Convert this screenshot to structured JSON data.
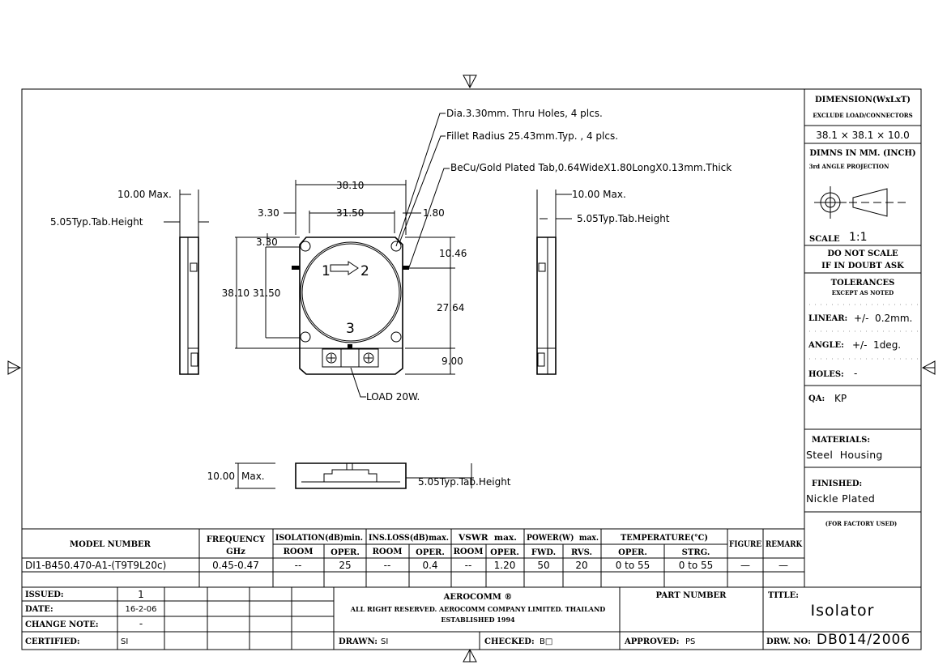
{
  "notes": {
    "holes": "Dia.3.30mm. Thru Holes, 4 plcs.",
    "fillet": "Fillet Radius 25.43mm.Typ. , 4 plcs.",
    "tab": "BeCu/Gold Plated Tab,0.64WideX1.80LongX0.13mm.Thick",
    "load": "LOAD 20W."
  },
  "dims": {
    "width_outer": "38.10",
    "width_inner": "31.50",
    "edge": "3.30",
    "edge_v": "3.30",
    "tab_offset": "1.80",
    "height_outer": "38.10",
    "height_inner": "31.50",
    "tab_top": "10.46",
    "tab_span": "27.64",
    "load_height": "9.00",
    "max_height": "10.00 Max.",
    "tab_height": "5.05Typ.Tab.Height",
    "bottom_max": "10.00",
    "bottom_max_label": "Max.",
    "port1": "1",
    "port2": "2",
    "port3": "3"
  },
  "side_panel": {
    "dimension_title": "DIMENSION(WxLxT)",
    "exclude": "EXCLUDE LOAD/CONNECTORS",
    "dimension_value": "38.1 × 38.1 × 10.0",
    "units": "DIMNS IN MM. (INCH)",
    "projection": "3rd ANGLE PROJECTION",
    "scale_label": "SCALE",
    "scale_value": "1:1",
    "do_not_scale": "DO NOT SCALE",
    "if_in_doubt": "IF IN DOUBT ASK",
    "tolerances": "TOLERANCES",
    "except": "EXCEPT AS NOTED",
    "linear_label": "LINEAR:",
    "linear_value": "+/-  0.2mm.",
    "angle_label": "ANGLE:",
    "angle_value": "+/-  1deg.",
    "holes_label": "HOLES:",
    "holes_value": "-",
    "qa_label": "QA:",
    "qa_value": "KP",
    "materials_label": "MATERIALS:",
    "materials_value": "Steel  Housing",
    "finished_label": "FINISHED:",
    "finished_value": "Nickle Plated",
    "factory": "(FOR FACTORY USED)"
  },
  "spec_table": {
    "headers": {
      "model": "MODEL NUMBER",
      "frequency": "FREQUENCY",
      "frequency_unit": "GHz",
      "isolation": "ISOLATION(dB)min.",
      "insloss": "INS.LOSS(dB)max.",
      "vswr": "VSWR  max.",
      "power": "POWER(W)  max.",
      "temperature": "TEMPERATURE(°C)",
      "figure": "FIGURE",
      "remark": "REMARK",
      "room": "ROOM",
      "oper": "OPER.",
      "fwd": "FWD.",
      "rvs": "RVS.",
      "strg": "STRG."
    },
    "row": {
      "model": "DI1-B450.470-A1-(T9T9L20c)",
      "frequency": "0.45-0.47",
      "iso_room": "--",
      "iso_oper": "25",
      "ins_room": "--",
      "ins_oper": "0.4",
      "vswr_room": "--",
      "vswr_oper": "1.20",
      "power_fwd": "50",
      "power_rvs": "20",
      "temp_oper": "0 to 55",
      "temp_strg": "0 to 55",
      "figure": "—",
      "remark": "—"
    }
  },
  "title_block": {
    "issued_label": "ISSUED:",
    "issued_value": "1",
    "date_label": "DATE:",
    "date_value": "16-2-06",
    "change_label": "CHANGE NOTE:",
    "change_value": "-",
    "certified_label": "CERTIFIED:",
    "certified_value": "SI",
    "company": "AEROCOMM ®",
    "rights": "ALL RIGHT RESERVED. AEROCOMM COMPANY LIMITED. THAILAND",
    "established": "ESTABLISHED 1994",
    "drawn_label": "DRAWN:",
    "drawn_value": "SI",
    "checked_label": "CHECKED:",
    "checked_value": "B□",
    "part_number_label": "PART NUMBER",
    "approved_label": "APPROVED:",
    "approved_value": "PS",
    "title_label": "TITLE:",
    "title_value": "Isolator",
    "drw_label": "DRW. NO:",
    "drw_value": "DB014/2006"
  }
}
